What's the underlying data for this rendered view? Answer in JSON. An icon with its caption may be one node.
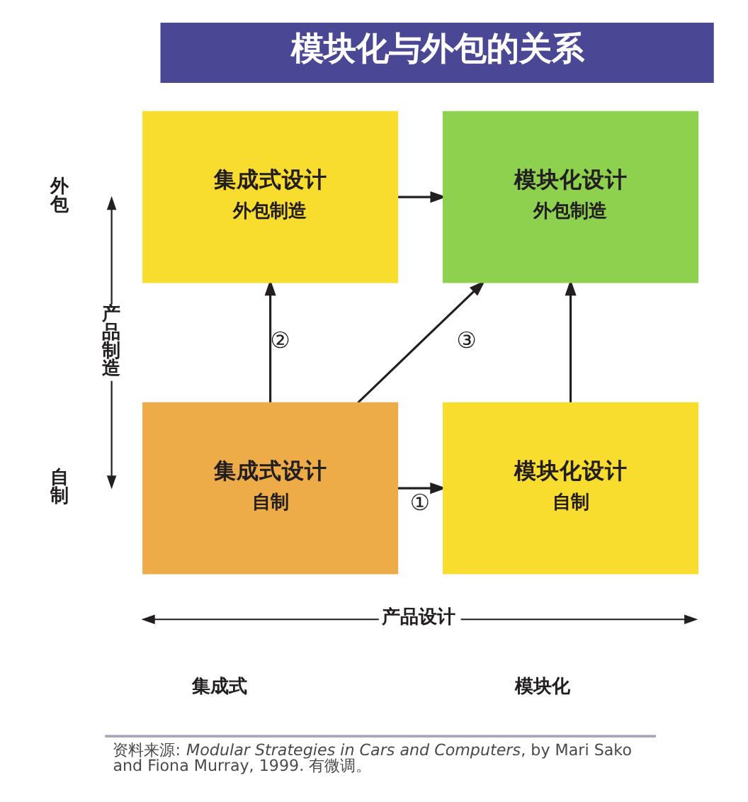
{
  "diagram": {
    "title": "模块化与外包的关系",
    "nodes": [
      {
        "text": [
          "集成式设计",
          "外包制造"
        ]
      },
      {
        "text": [
          "模块化设计",
          "外包制造"
        ]
      },
      {
        "text": [
          "集成式设计",
          "自制"
        ]
      },
      {
        "text": [
          "模块化设计",
          "自制"
        ]
      }
    ],
    "edges": [
      {
        "from": 2,
        "to": 3,
        "arrow": "to",
        "label": "①"
      },
      {
        "from": 2,
        "to": 0,
        "arrow": "to",
        "label": "②"
      },
      {
        "from": 2,
        "to": 1,
        "arrow": "to",
        "label": "③"
      },
      {
        "from": 0,
        "to": 1,
        "arrow": "to"
      },
      {
        "from": 3,
        "to": 1,
        "arrow": "to"
      }
    ],
    "labels": [
      "外包",
      "产品制造",
      "自制",
      "产品设计",
      "集成式",
      "模块化"
    ],
    "caption": "资料来源: *Modular Strategies in Cars and Computers*, by Mari Sako and Fiona Murray, 1999. 有微调。"
  }
}
